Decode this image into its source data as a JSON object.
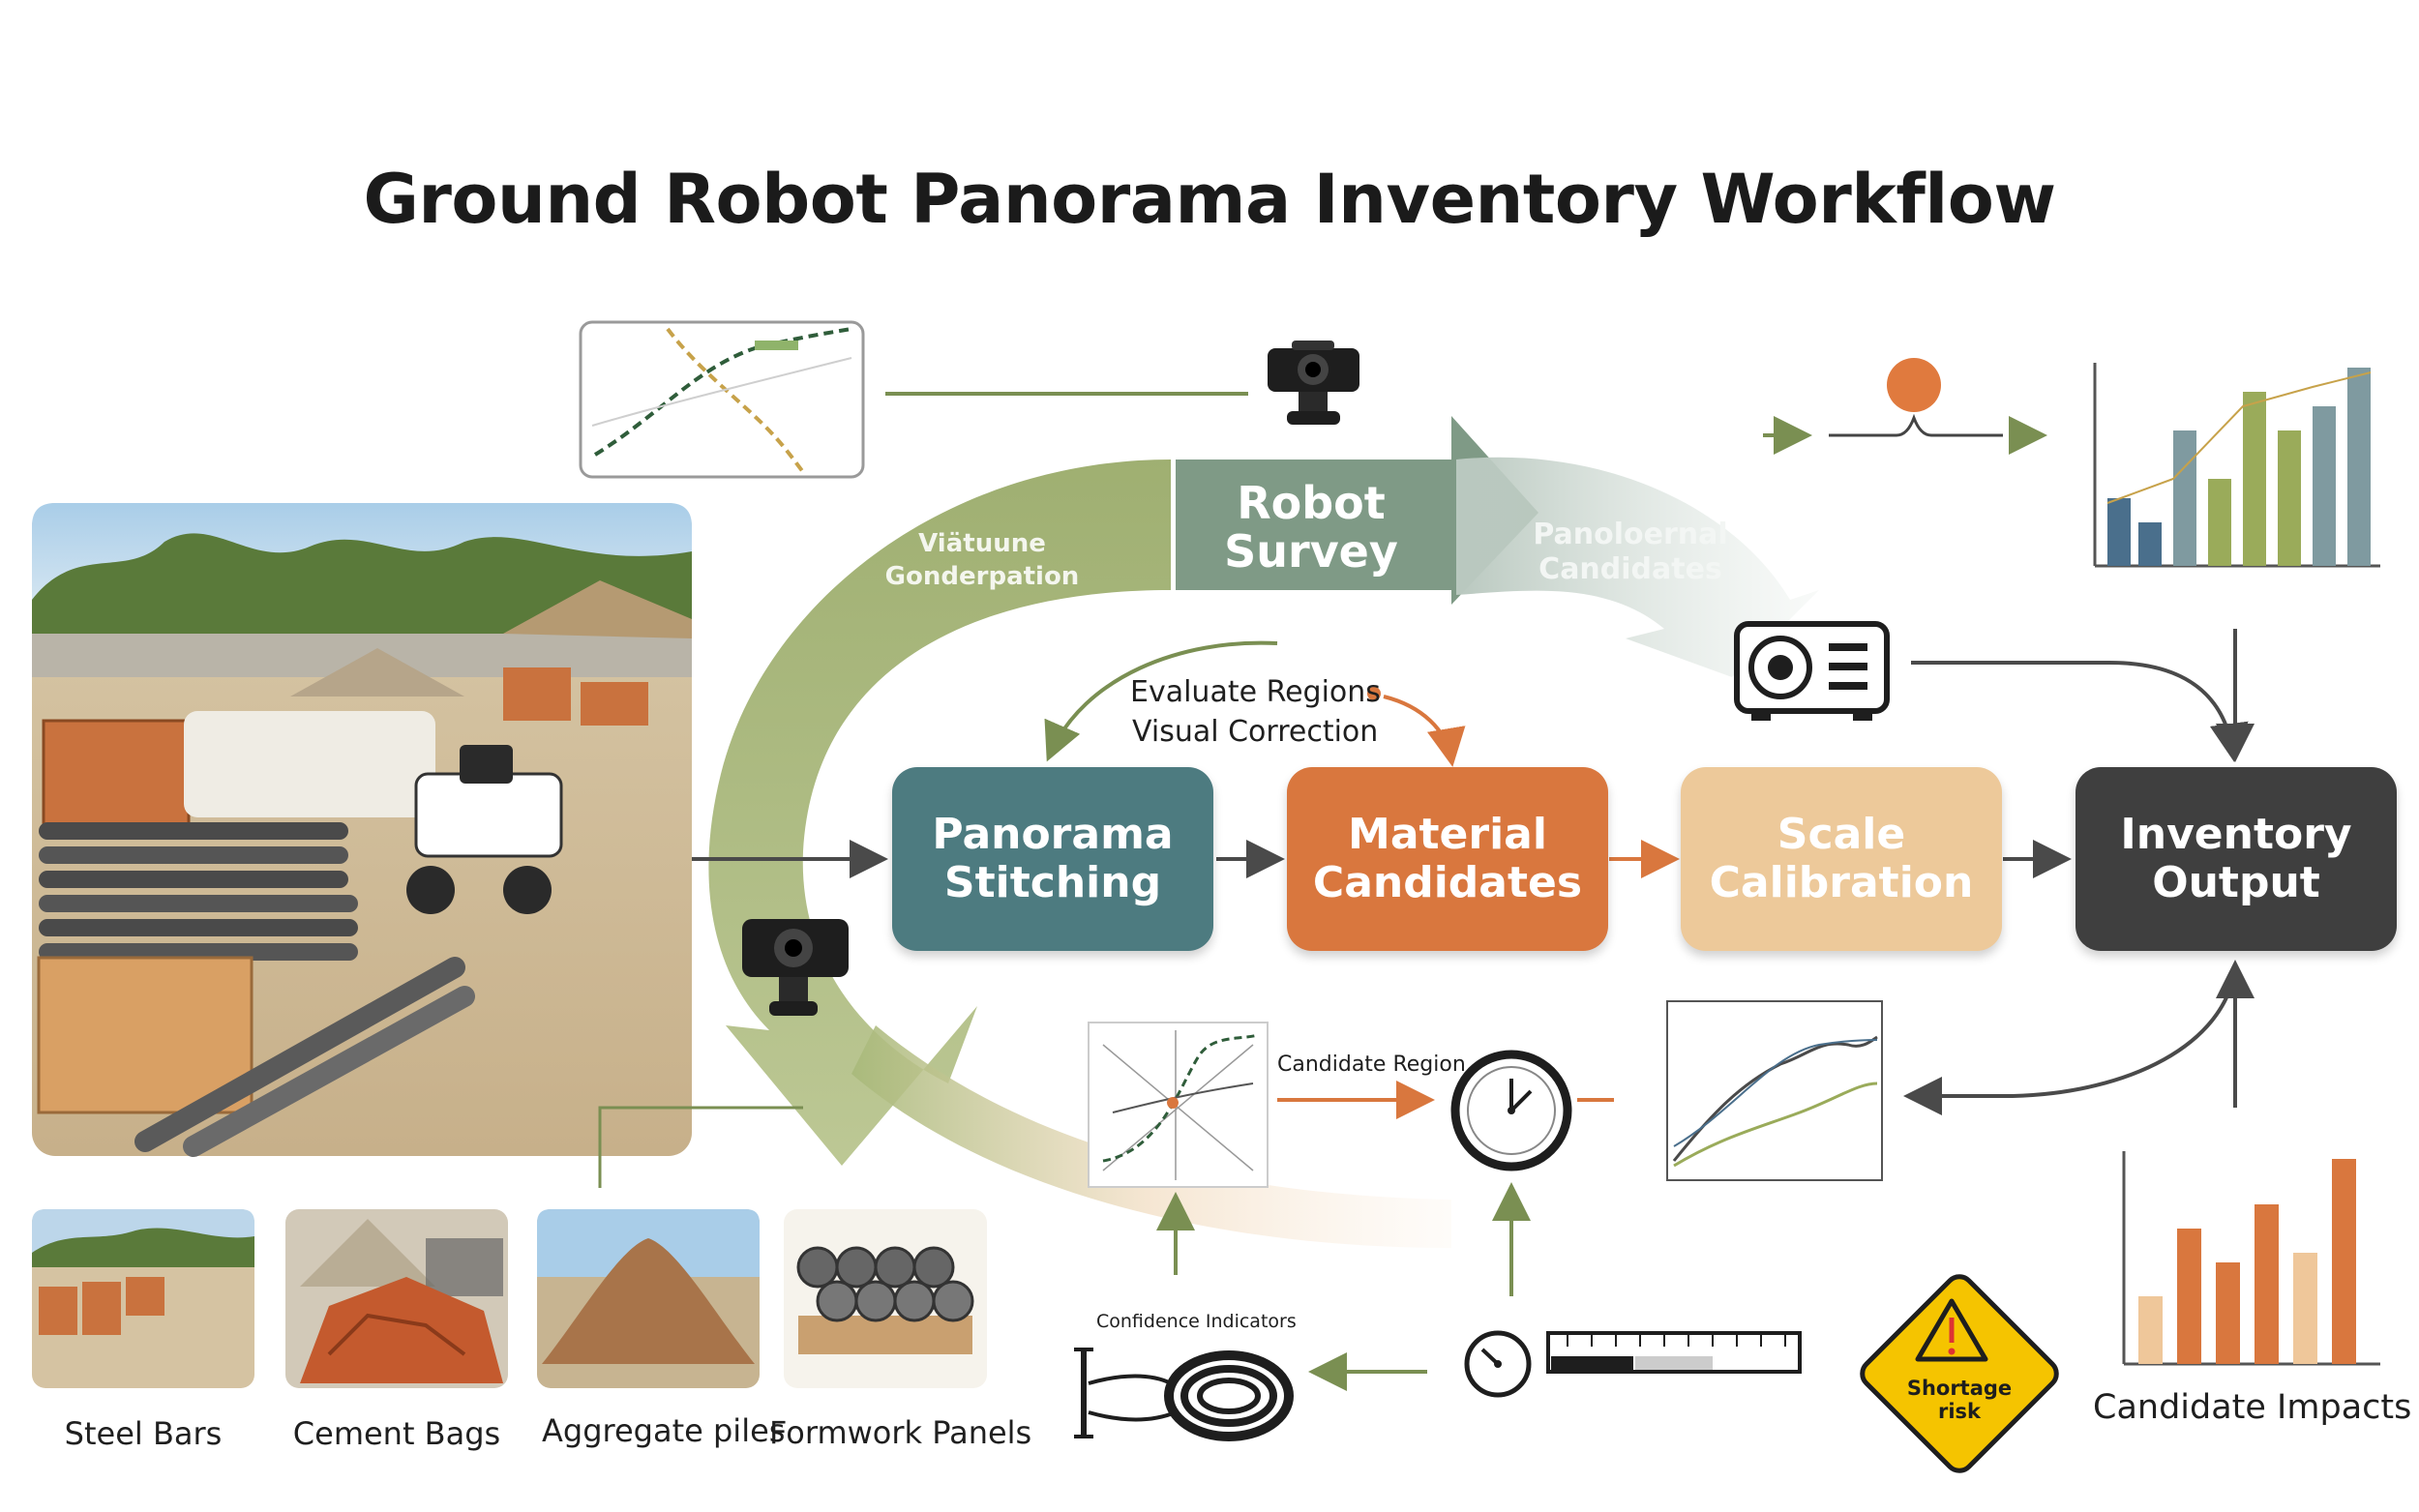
{
  "title": "Ground Robot Panorama Inventory Workflow",
  "arc": {
    "left_label": "Viätuune\nGonderpation",
    "center_label": "Robot\nSurvey",
    "right_label": "Panoloernal\nCandidates"
  },
  "feedback": {
    "line1": "Evaluate Regions",
    "line2": "Visual Correction"
  },
  "steps": [
    {
      "label": "Panorama\nStitching",
      "color": "#4d7b80"
    },
    {
      "label": "Material\nCandidates",
      "color": "#d9773e"
    },
    {
      "label": "Scale\nCalibration",
      "color": "#edc99a"
    },
    {
      "label": "Inventory\nOutput",
      "color": "#3f3f3f"
    }
  ],
  "annotations": {
    "candidate_region": "Candidate Region",
    "confidence_indicators": "Confidence Indicators",
    "candidate_impacts": "Candidate Impacts",
    "shortage_risk": "Shortage\nrisk"
  },
  "materials": [
    {
      "label": "Steel Bars"
    },
    {
      "label": "Cement Bags"
    },
    {
      "label": "Aggregate piles"
    },
    {
      "label": "Formwork Panels"
    }
  ],
  "icons": {
    "camera_top": "camera-icon",
    "camera_left": "camera-icon",
    "projector": "projector-icon",
    "clock": "clock-icon",
    "gauge": "gauge-icon",
    "cable_coil": "cable-coil-icon",
    "ruler": "ruler-icon",
    "warning": "warning-icon",
    "map": "route-map-icon",
    "sun_marker": "orange-dot-icon"
  },
  "colors": {
    "olive": "#9aab6a",
    "sage": "#7f9a86",
    "teal": "#4d7b80",
    "orange": "#d9773e",
    "sand": "#edc99a",
    "charcoal": "#3f3f3f",
    "bar_blue": "#4a6f8c",
    "bar_green": "#9aab5a",
    "bar_orange": "#d9773e",
    "bar_light": "#efc79a"
  }
}
